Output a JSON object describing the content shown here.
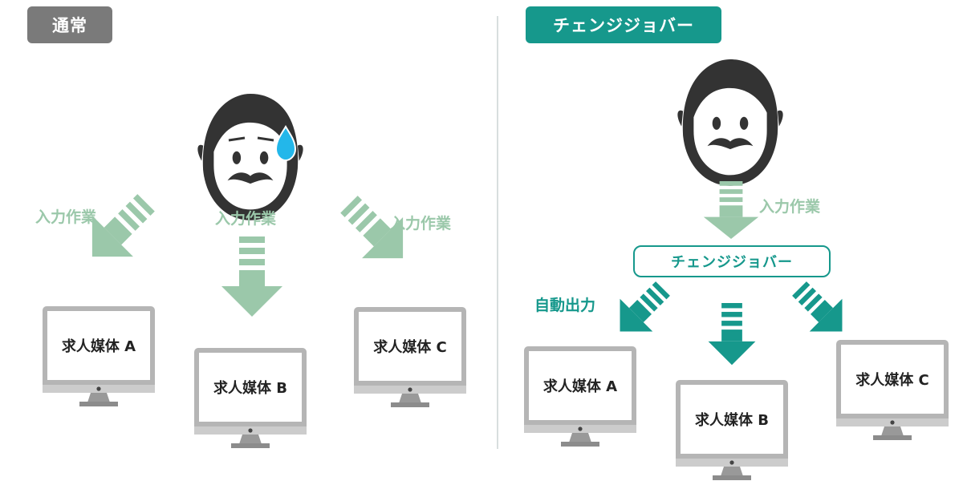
{
  "left_panel": {
    "badge": "通常",
    "labels": {
      "input_left": "入力作業",
      "input_center": "入力作業",
      "input_right": "入力作業"
    },
    "screens": {
      "a": "求人媒体 A",
      "b": "求人媒体 B",
      "c": "求人媒体 C"
    }
  },
  "right_panel": {
    "badge": "チェンジジョバー",
    "input_label": "入力作業",
    "hub": "チェンジジョバー",
    "output_label": "自動出力",
    "screens": {
      "a": "求人媒体 A",
      "b": "求人媒体 B",
      "c": "求人媒体 C"
    }
  },
  "colors": {
    "gray_badge": "#7a7a7a",
    "teal": "#16988c",
    "light_green": "#9bc8aa",
    "sweat": "#23b7ea",
    "face": "#333333"
  }
}
